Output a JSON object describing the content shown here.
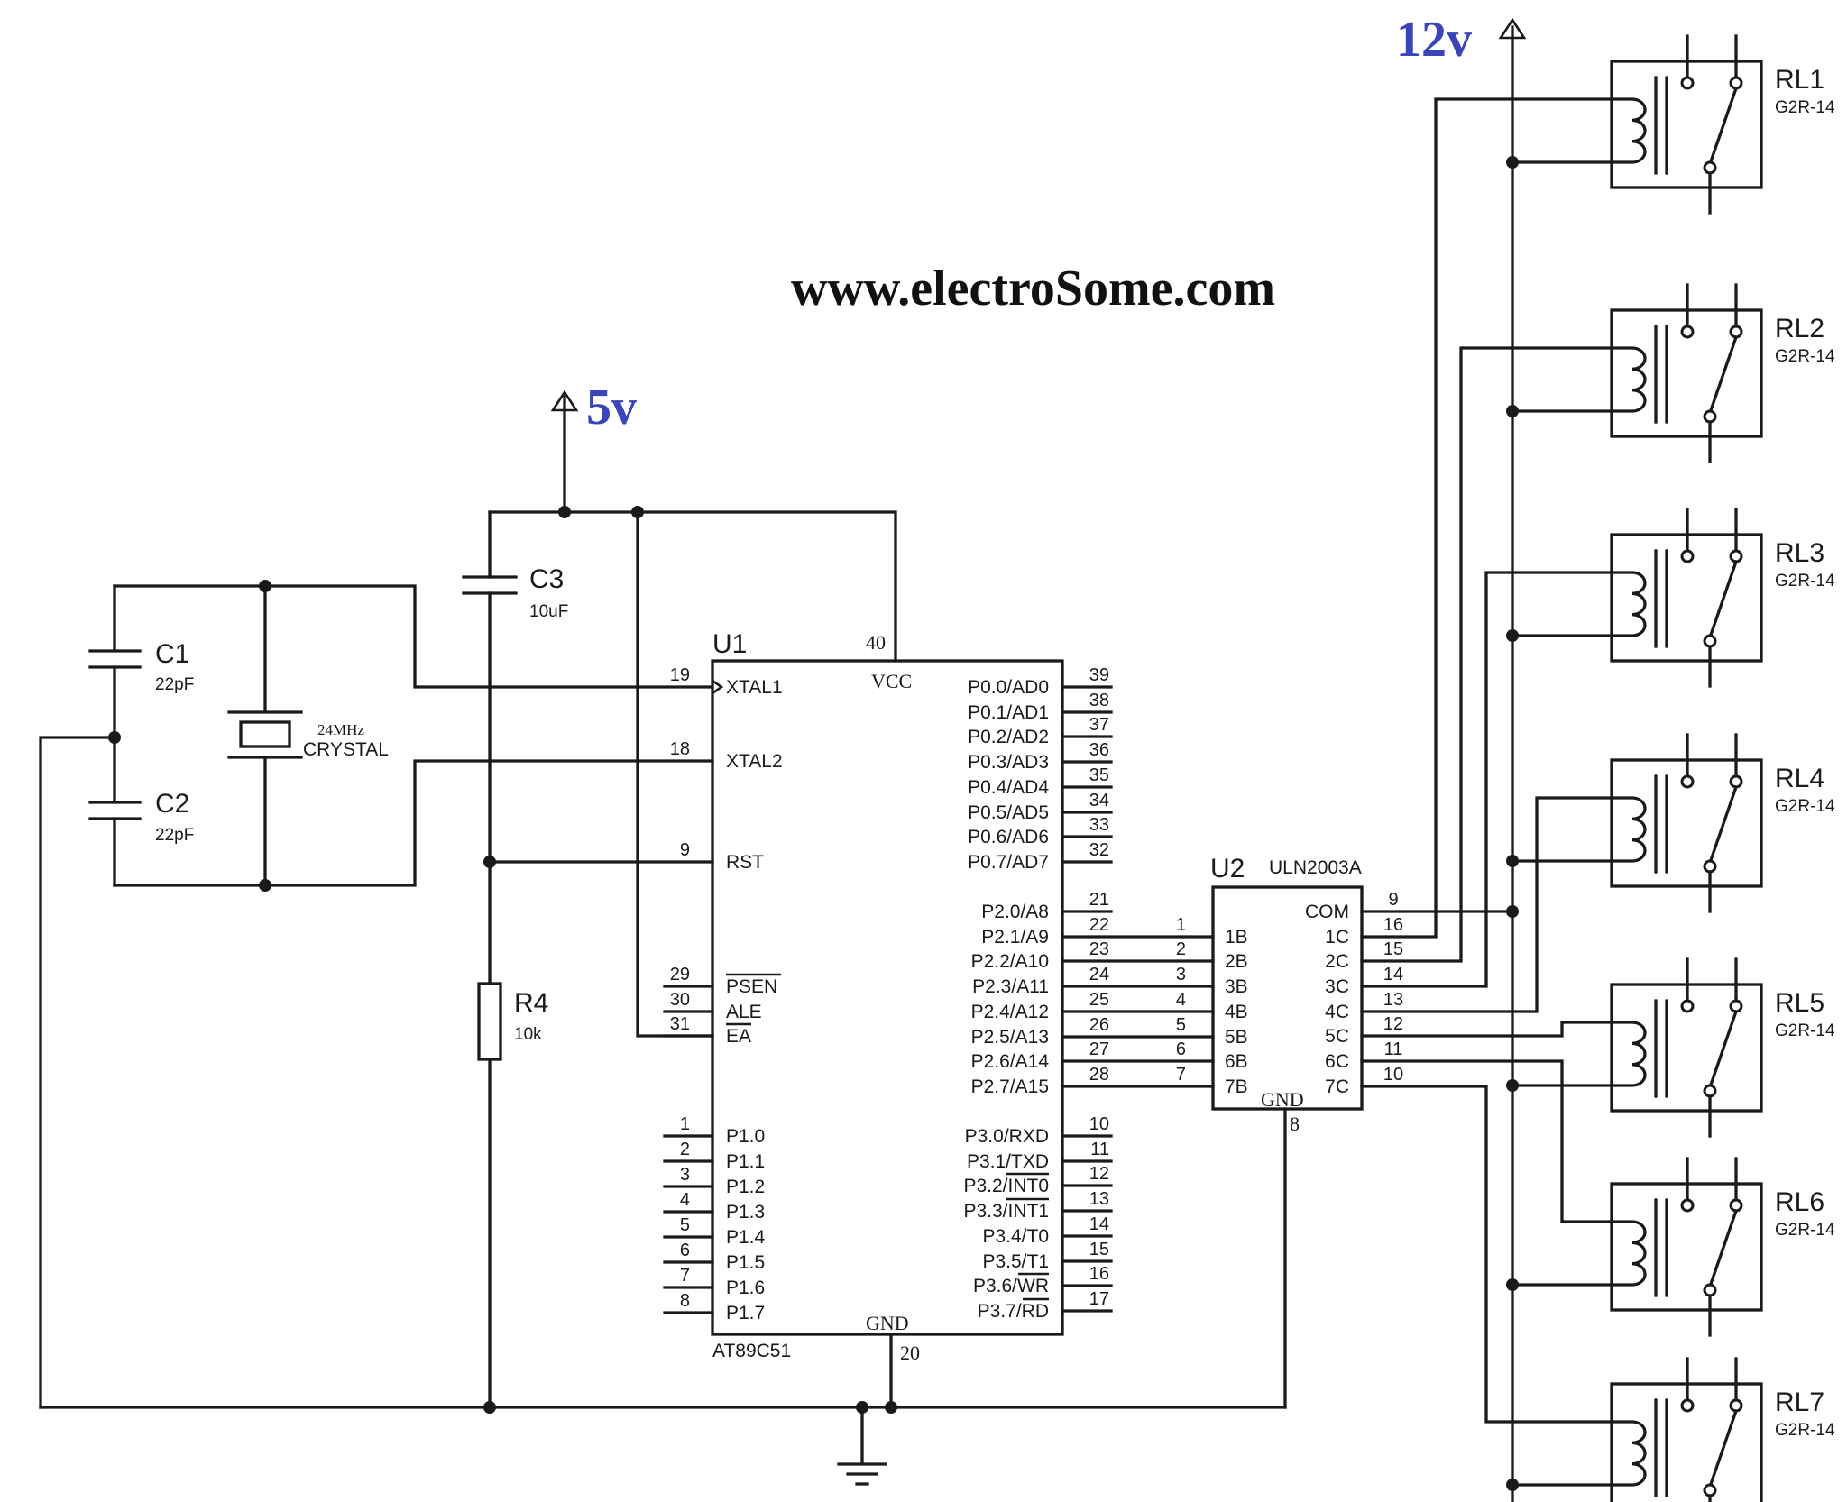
{
  "colors": {
    "rail_label": "#3a45b8",
    "wire": "#1a1a1a"
  },
  "watermark": "www.electroSome.com",
  "power": {
    "v5": "5v",
    "v12": "12v"
  },
  "capacitors": [
    {
      "ref": "C1",
      "value": "22pF"
    },
    {
      "ref": "C2",
      "value": "22pF"
    },
    {
      "ref": "C3",
      "value": "10uF"
    }
  ],
  "crystal": {
    "freq": "24MHz",
    "label": "CRYSTAL"
  },
  "resistor": {
    "ref": "R4",
    "value": "10k"
  },
  "u1": {
    "ref": "U1",
    "part": "AT89C51",
    "vcc": {
      "label": "VCC",
      "pin": "40"
    },
    "gnd": {
      "label": "GND",
      "pin": "20"
    },
    "left_pins": [
      {
        "num": "19",
        "name": "XTAL1"
      },
      {
        "num": "18",
        "name": "XTAL2"
      },
      {
        "num": "9",
        "name": "RST"
      },
      {
        "num": "29",
        "name": "PSEN"
      },
      {
        "num": "30",
        "name": "ALE"
      },
      {
        "num": "31",
        "name": "EA"
      },
      {
        "num": "1",
        "name": "P1.0"
      },
      {
        "num": "2",
        "name": "P1.1"
      },
      {
        "num": "3",
        "name": "P1.2"
      },
      {
        "num": "4",
        "name": "P1.3"
      },
      {
        "num": "5",
        "name": "P1.4"
      },
      {
        "num": "6",
        "name": "P1.5"
      },
      {
        "num": "7",
        "name": "P1.6"
      },
      {
        "num": "8",
        "name": "P1.7"
      }
    ],
    "right_pins": [
      {
        "num": "39",
        "name": "P0.0/AD0"
      },
      {
        "num": "38",
        "name": "P0.1/AD1"
      },
      {
        "num": "37",
        "name": "P0.2/AD2"
      },
      {
        "num": "36",
        "name": "P0.3/AD3"
      },
      {
        "num": "35",
        "name": "P0.4/AD4"
      },
      {
        "num": "34",
        "name": "P0.5/AD5"
      },
      {
        "num": "33",
        "name": "P0.6/AD6"
      },
      {
        "num": "32",
        "name": "P0.7/AD7"
      },
      {
        "num": "21",
        "name": "P2.0/A8"
      },
      {
        "num": "22",
        "name": "P2.1/A9"
      },
      {
        "num": "23",
        "name": "P2.2/A10"
      },
      {
        "num": "24",
        "name": "P2.3/A11"
      },
      {
        "num": "25",
        "name": "P2.4/A12"
      },
      {
        "num": "26",
        "name": "P2.5/A13"
      },
      {
        "num": "27",
        "name": "P2.6/A14"
      },
      {
        "num": "28",
        "name": "P2.7/A15"
      },
      {
        "num": "10",
        "name": "P3.0/RXD"
      },
      {
        "num": "11",
        "name": "P3.1/TXD"
      },
      {
        "num": "12",
        "name": "P3.2/INT0"
      },
      {
        "num": "13",
        "name": "P3.3/INT1"
      },
      {
        "num": "14",
        "name": "P3.4/T0"
      },
      {
        "num": "15",
        "name": "P3.5/T1"
      },
      {
        "num": "16",
        "name": "P3.6/WR"
      },
      {
        "num": "17",
        "name": "P3.7/RD"
      }
    ]
  },
  "u2": {
    "ref": "U2",
    "part": "ULN2003A",
    "gnd": {
      "label": "GND",
      "pin": "8"
    },
    "inputs": [
      {
        "num": "1",
        "name": "1B"
      },
      {
        "num": "2",
        "name": "2B"
      },
      {
        "num": "3",
        "name": "3B"
      },
      {
        "num": "4",
        "name": "4B"
      },
      {
        "num": "5",
        "name": "5B"
      },
      {
        "num": "6",
        "name": "6B"
      },
      {
        "num": "7",
        "name": "7B"
      }
    ],
    "outputs": [
      {
        "num": "9",
        "name": "COM"
      },
      {
        "num": "16",
        "name": "1C"
      },
      {
        "num": "15",
        "name": "2C"
      },
      {
        "num": "14",
        "name": "3C"
      },
      {
        "num": "13",
        "name": "4C"
      },
      {
        "num": "12",
        "name": "5C"
      },
      {
        "num": "11",
        "name": "6C"
      },
      {
        "num": "10",
        "name": "7C"
      }
    ]
  },
  "relays": [
    {
      "ref": "RL1",
      "part": "G2R-14"
    },
    {
      "ref": "RL2",
      "part": "G2R-14"
    },
    {
      "ref": "RL3",
      "part": "G2R-14"
    },
    {
      "ref": "RL4",
      "part": "G2R-14"
    },
    {
      "ref": "RL5",
      "part": "G2R-14"
    },
    {
      "ref": "RL6",
      "part": "G2R-14"
    },
    {
      "ref": "RL7",
      "part": "G2R-14"
    }
  ]
}
